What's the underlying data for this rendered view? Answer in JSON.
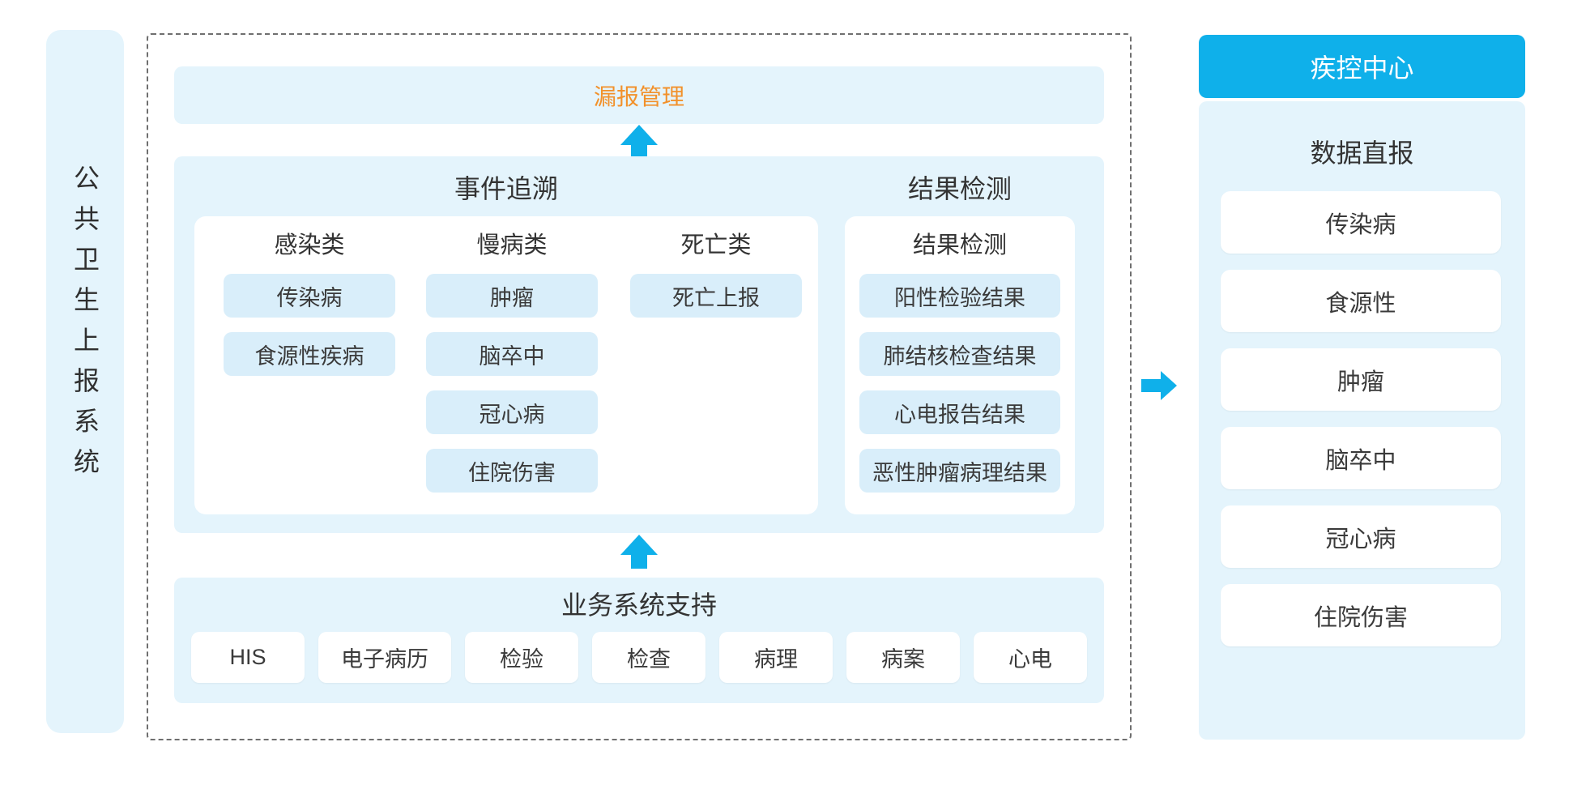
{
  "colors": {
    "accent": "#0fb0ea",
    "panel_blue": "#e4f4fc",
    "chip_blue": "#d9eefa",
    "orange": "#f2912b",
    "text": "#3a3a3a"
  },
  "left_bar": {
    "label": "公共卫生上报系统"
  },
  "main": {
    "top_bar": {
      "label": "漏报管理"
    },
    "event_trace": {
      "title": "事件追溯",
      "columns": [
        {
          "header": "感染类",
          "items": [
            "传染病",
            "食源性疾病"
          ]
        },
        {
          "header": "慢病类",
          "items": [
            "肿瘤",
            "脑卒中",
            "冠心病",
            "住院伤害"
          ]
        },
        {
          "header": "死亡类",
          "items": [
            "死亡上报"
          ]
        }
      ]
    },
    "result_detect": {
      "title": "结果检测",
      "panel_title": "结果检测",
      "items": [
        "阳性检验结果",
        "肺结核检查结果",
        "心电报告结果",
        "恶性肿瘤病理结果"
      ]
    },
    "business": {
      "title": "业务系统支持",
      "items": [
        "HIS",
        "电子病历",
        "检验",
        "检查",
        "病理",
        "病案",
        "心电"
      ]
    }
  },
  "right_panel": {
    "header": "疾控中心",
    "title": "数据直报",
    "items": [
      "传染病",
      "食源性",
      "肿瘤",
      "脑卒中",
      "冠心病",
      "住院伤害"
    ]
  }
}
